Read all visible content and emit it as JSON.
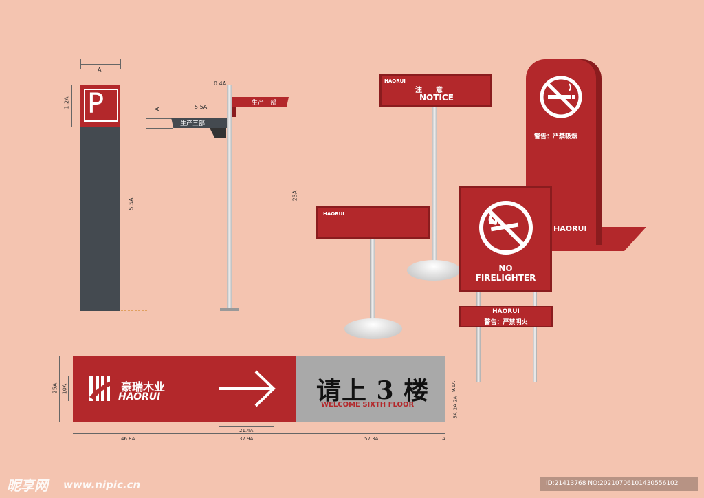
{
  "parking": {
    "letter": "P",
    "dim_width": "A",
    "dim_top": "1.2A",
    "dim_body": "5.5A"
  },
  "direction_post": {
    "dim_top": "0.4A",
    "dim_arm": "5.5A",
    "dim_gap": "A",
    "dim_height": "23A",
    "arm1": "生产一部",
    "arm2": "生产三部"
  },
  "notice_sign": {
    "brand": "HAORUI",
    "cn": "注　　意",
    "en": "NOTICE"
  },
  "small_sign": {
    "brand": "HAORUI"
  },
  "nosmoking_sign": {
    "warning": "警告：严禁吸烟",
    "brand": "HAORUI"
  },
  "firelighter_sign": {
    "line1": "NO",
    "line2": "FIRELIGHTER",
    "brand": "HAORUI",
    "warning": "警告：严禁明火"
  },
  "wall_sign": {
    "logo_cn": "豪瑞木业",
    "logo_en": "HAORUI",
    "main_text": "请上 3 楼",
    "sub_text": "WELCOME SIXTH FLOOR",
    "dim_h_total": "25A",
    "dim_h_logo": "10A",
    "dim_r1": "9.6A",
    "dim_r2": "2A 2A",
    "dim_r3": "5A",
    "dim_arrow": "21.4A",
    "dim_w1": "46.8A",
    "dim_w2": "37.9A",
    "dim_w3": "57.3A",
    "dim_w4": "A"
  },
  "watermark": {
    "site_cn": "昵享网",
    "site_url": "www.nipic.cn",
    "id_text": "ID:21413768 NO:20210706101430556102"
  },
  "colors": {
    "background": "#f4c4b0",
    "sign_red": "#b3282b",
    "dark_grey": "#444a50",
    "light_grey": "#a9a9a9",
    "pole": "#d0d0d0"
  }
}
